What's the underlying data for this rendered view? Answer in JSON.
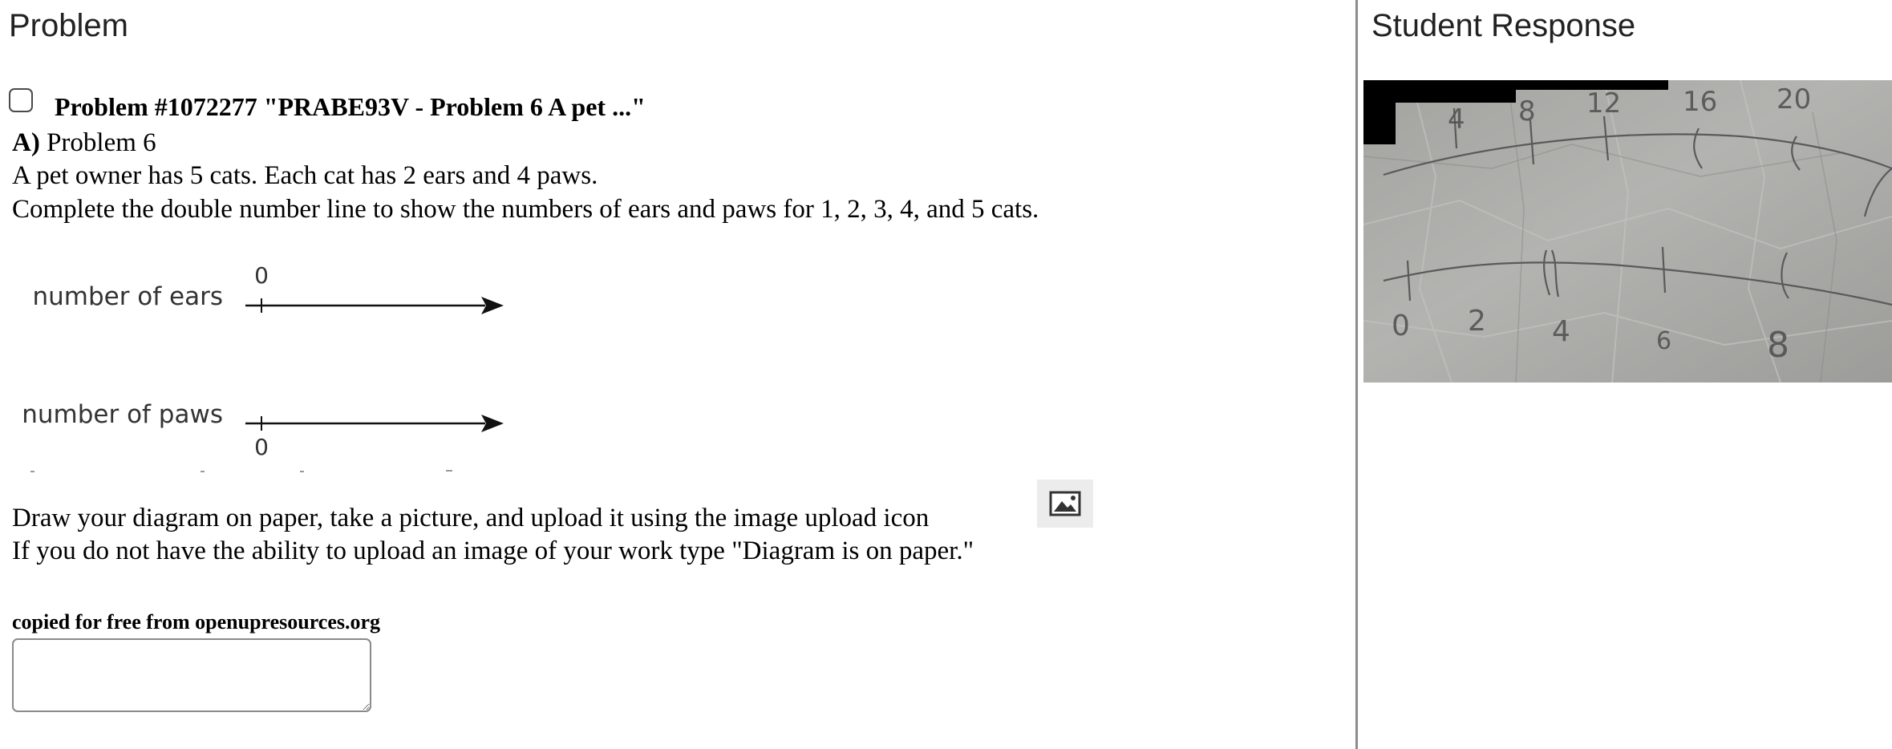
{
  "problem_panel": {
    "title": "Problem",
    "header": "Problem #1072277 \"PRABE93V - Problem 6 A pet ...\"",
    "part_letter": "A)",
    "part_label": "Problem 6",
    "text_line_1": "A pet owner has 5 cats. Each cat has 2 ears and 4 paws.",
    "text_line_2": "Complete the double number line to show the numbers of ears and paws for 1, 2, 3, 4, and 5 cats.",
    "figure": {
      "ears_label": "number of ears",
      "ears_zero": "0",
      "paws_label": "number of paws",
      "paws_zero": "0"
    },
    "instruction_1": "Draw your diagram on paper, take a picture, and upload it using the image upload icon",
    "instruction_2": "If you do not have the ability to upload an image of your work type \"Diagram is on paper.\"",
    "credit": "copied for free from openupresources.org",
    "answer_value": "",
    "upload_icon": "image-upload-icon"
  },
  "response_panel": {
    "title": "Student Response",
    "photo": {
      "top_numbers": [
        "4",
        "8",
        "12",
        "16",
        "20"
      ],
      "bottom_numbers": [
        "0",
        "2",
        "4",
        "6",
        "8"
      ]
    }
  }
}
